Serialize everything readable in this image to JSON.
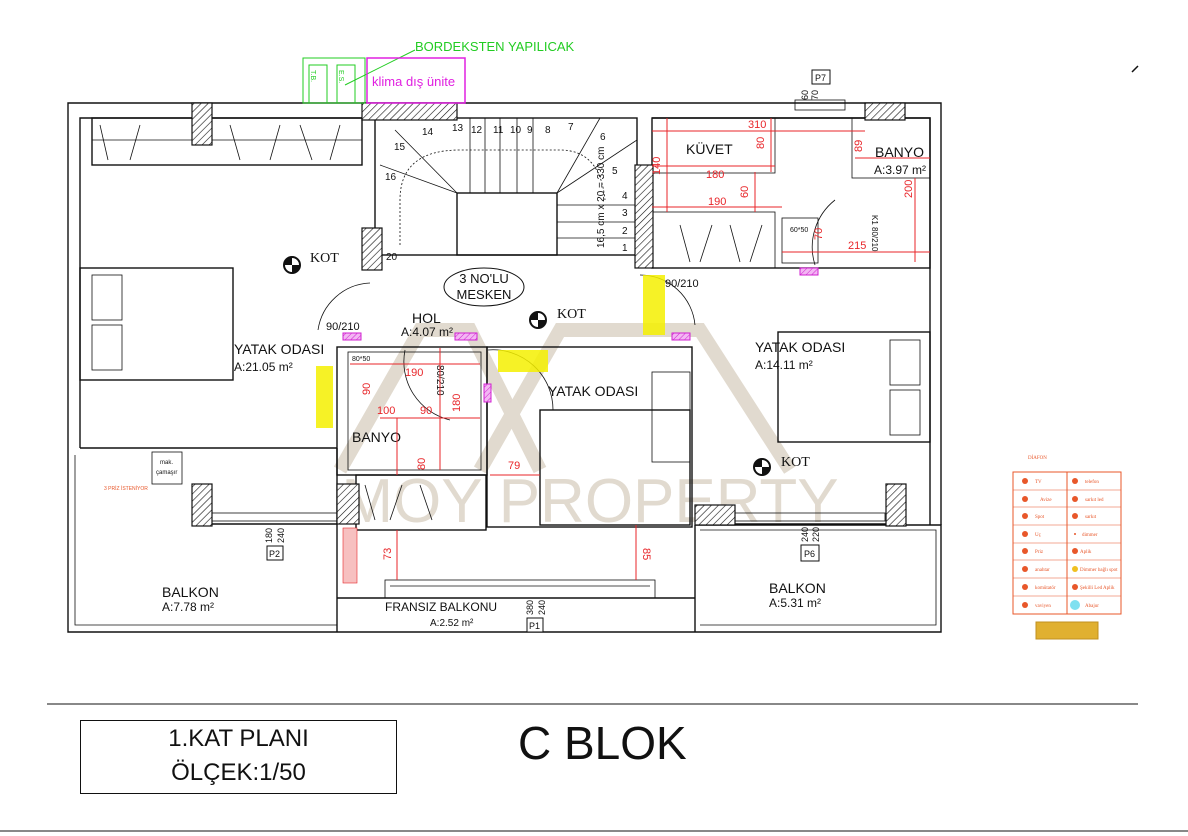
{
  "annotations": {
    "bordeks": "BORDEKSTEN YAPILICAK",
    "klima": "klima dış ünite",
    "tb": "T.B.",
    "es": "E.S.",
    "stair_note": "16,5 cm x 20 = 330 cm",
    "stair_steps": [
      "1",
      "2",
      "3",
      "4",
      "5",
      "6",
      "7",
      "8",
      "9",
      "10",
      "11",
      "12",
      "13",
      "14",
      "15",
      "16",
      "20"
    ],
    "mesken_line1": "3 NO'LU",
    "mesken_line2": "MESKEN",
    "kot": "KOT",
    "mak": "mak.",
    "camasir": "çamaşır",
    "priz_note": "3 PRİZ İSTENİYOR"
  },
  "rooms": {
    "hol": {
      "name": "HOL",
      "area": "A:4.07 m²"
    },
    "yatak_left": {
      "name": "YATAK ODASI",
      "area": "A:21.05 m²"
    },
    "yatak_right": {
      "name": "YATAK ODASI",
      "area": "A:14.11 m²"
    },
    "yatak_center": {
      "name": "YATAK ODASI"
    },
    "banyo_right": {
      "name": "BANYO",
      "area": "A:3.97 m²"
    },
    "banyo_center": {
      "name": "BANYO"
    },
    "kuvet": {
      "name": "KÜVET"
    },
    "balkon_left": {
      "name": "BALKON",
      "area": "A:7.78 m²"
    },
    "balkon_right": {
      "name": "BALKON",
      "area": "A:5.31 m²"
    },
    "fransiz": {
      "name": "FRANSIZ BALKONU",
      "area": "A:2.52 m²"
    }
  },
  "openings": {
    "p7": {
      "label": "P7",
      "w": "60",
      "h": "70"
    },
    "p2": {
      "label": "P2",
      "w": "180",
      "h": "240"
    },
    "p1": {
      "label": "P1",
      "w": "380",
      "h": "240"
    },
    "p6": {
      "label": "P6",
      "w": "240",
      "h": "220"
    },
    "door_left": "90/210",
    "door_right": "90/210",
    "door_banyo": "80/210",
    "door_k1": "K1 80/210"
  },
  "dimensions": {
    "d310": "310",
    "d180": "180",
    "d140": "140",
    "d80a": "80",
    "d60a": "60",
    "d190a": "190",
    "d215": "215",
    "d200": "200",
    "d89": "89",
    "d70": "70",
    "sink_r": "60*50",
    "sink_c": "80*50",
    "d190b": "190",
    "d90a": "90",
    "d180b": "180",
    "d90b": "90",
    "d100": "100",
    "d80b": "80",
    "d79": "79",
    "d73": "73",
    "d85": "85"
  },
  "legend": {
    "items": [
      "TV",
      "telefon",
      "Avize",
      "sarkıt led",
      "Spot",
      "sarkıt",
      "Uç",
      "dimmer",
      "Priz",
      "Aplik",
      "anahtar",
      "Dimmer bağlı spot",
      "komütatör",
      "Şekilli Led Aplik",
      "vaviyen",
      "Abajur"
    ],
    "top": "DİAFON"
  },
  "watermark": "MOY PROPERTY",
  "title_block": {
    "plan": "1.KAT PLANI",
    "scale": "ÖLÇEK:1/50",
    "block": "C BLOK"
  },
  "colors": {
    "dimension": "#e8262a",
    "note_green": "#22cc22",
    "note_magenta": "#e020e0",
    "highlight": "#f5f000",
    "watermark": "#c9bca8"
  }
}
